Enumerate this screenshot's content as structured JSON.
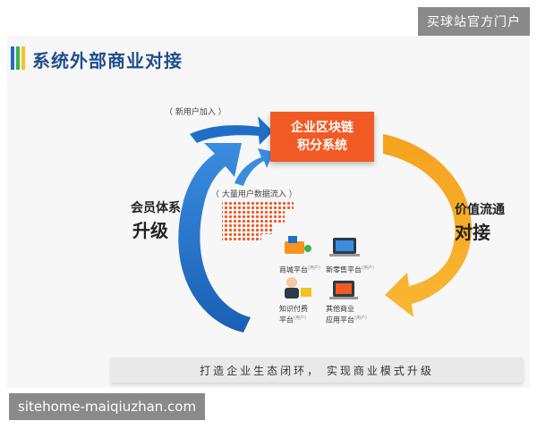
{
  "watermark": {
    "top": "买球站官方门户",
    "bottom": "sitehome-maiqiuzhan.com"
  },
  "slide": {
    "title": "系统外部商业对接",
    "core": {
      "line1": "企业区块链",
      "line2": "积分系统"
    },
    "new_users": "（ 新用户加入 ）",
    "data_inflow": "（ 大量用户数据流入 ）",
    "left_line1": "会员体系",
    "left_line2": "升级",
    "right_line1": "价值流通",
    "right_line2": "对接",
    "platforms": [
      {
        "name": "商城平台",
        "tag": "(用户)"
      },
      {
        "name": "新零售平台",
        "tag": "(用户)"
      },
      {
        "name_line1": "知识付费",
        "name_line2": "平台",
        "tag": "(用户)"
      },
      {
        "name_line1": "其他商业",
        "name_line2": "应用平台",
        "tag": "(用户)"
      }
    ],
    "bottom_text": "打造企业生态闭环，  实现商业模式升级"
  },
  "colors": {
    "blue": "#1f6fc8",
    "orange": "#f7931e",
    "core": "#f15a24"
  }
}
